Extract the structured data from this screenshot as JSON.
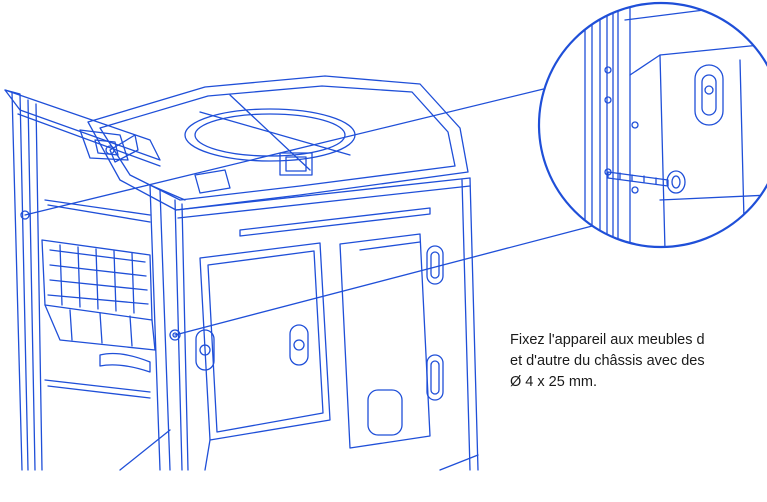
{
  "caption": {
    "line1": "Fixez l'appareil aux meubles d",
    "line2": "et d'autre du châssis avec des",
    "line3": "Ø 4 x 25 mm."
  },
  "colors": {
    "line": "#1f4fd8",
    "background": "#ffffff",
    "text": "#1a1a1a"
  }
}
